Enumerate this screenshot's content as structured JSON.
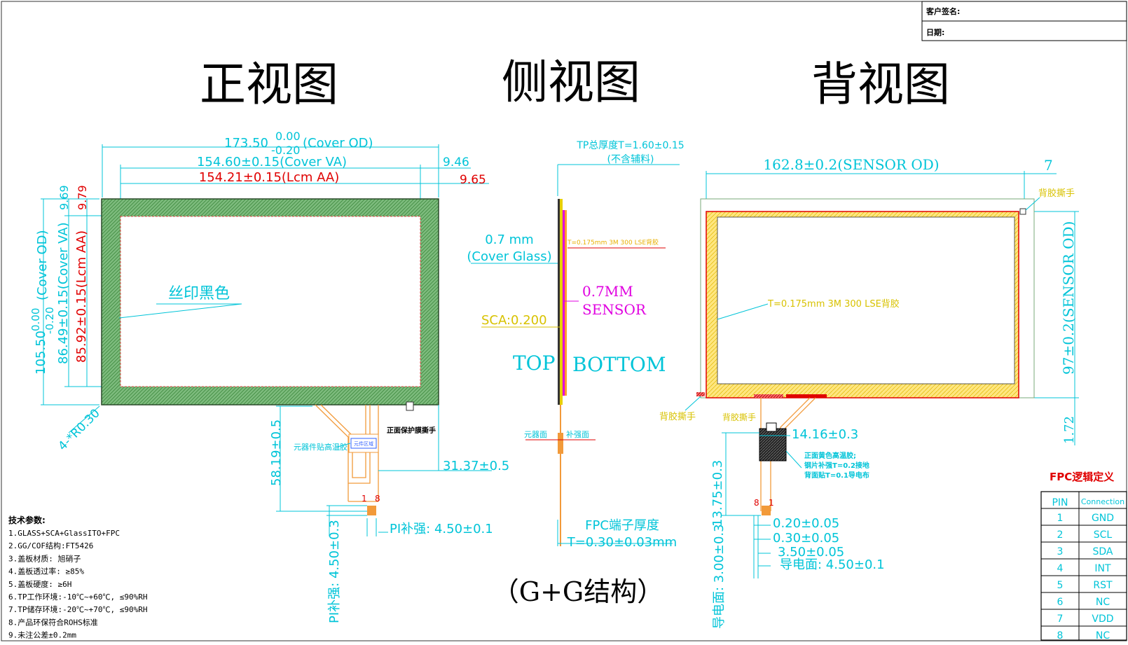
{
  "title_block": {
    "customer_sign": "客户签名:",
    "date": "日期:"
  },
  "view_titles": {
    "front": "正视图",
    "side": "侧视图",
    "back": "背视图"
  },
  "front": {
    "cover_od_width": "173.50",
    "cover_od_tol_top": "0.00",
    "cover_od_tol_bottom": "-0.20",
    "cover_od_suffix": "(Cover OD)",
    "cover_va_width": "154.60±0.15(Cover VA)",
    "lcm_aa_width": "154.21±0.15(Lcm AA)",
    "offset_946": "9.46",
    "offset_965": "9.65",
    "offset_969": "9.69",
    "offset_979": "9.79",
    "cover_od_height": "105.50",
    "cover_od_h_tol_top": "0.00",
    "cover_od_h_tol_bottom": "-0.20",
    "cover_od_h_suffix": "(Cover OD)",
    "cover_va_height": "86.49±0.15(Cover VA)",
    "lcm_aa_height": "85.92±0.15(Lcm AA)",
    "silk_label": "丝印黑色",
    "corner_radius": "4-*R0.30",
    "front_film_tab": "正面保护膜撕手",
    "component_label": "元器件贴高温胶",
    "component_box": "元件区域",
    "fpc_length": "58.19±0.5",
    "fpc_offset": "31.37±0.5",
    "pin1": "1",
    "pin8": "8",
    "pi_stiffener_w": "PI补强: 4.50±0.1",
    "pi_stiffener_h": "PI补强: 4.50±0.3"
  },
  "side": {
    "tp_thickness": "TP总厚度T=1.60±0.15",
    "tp_thickness_note": "(不含辅料)",
    "cover_thickness": "0.7 mm",
    "cover_glass": "(Cover Glass)",
    "adhesive_note": "T=0.175mm 3M 300 LSE背胶",
    "sensor_thickness": "0.7MM",
    "sensor_label": "SENSOR",
    "sca_label": "SCA:0.200",
    "top_label": "TOP",
    "bottom_label": "BOTTOM",
    "component_side": "元器面",
    "stiffener_side": "补强面",
    "fpc_thickness_title": "FPC端子厚度",
    "fpc_thickness_value": "T=0.30±0.03mm",
    "structure": "（G+G结构）"
  },
  "back": {
    "sensor_od_width": "162.8±0.2(SENSOR OD)",
    "offset_7": "7",
    "adhesive_tab_top": "背胶撕手",
    "adhesive_note": "T=0.175mm 3M 300 LSE背胶",
    "sensor_od_height": "97±0.2(SENSOR OD)",
    "offset_172": "1.72",
    "adhesive_tab_left": "背胶撕手",
    "adhesive_tab_fpc": "背胶撕手",
    "fpc_width": "14.16±0.3",
    "stiffener_note_1": "正面黄色高温胶;",
    "stiffener_note_2": "钢片补强T=0.2接地",
    "stiffener_note_3": "背面贴T=0.1导电布",
    "fpc_length": "13.75±0.3",
    "pin8": "8",
    "pin1": "1",
    "dim_020": "0.20±0.05",
    "dim_030": "0.30±0.05",
    "dim_350": "3.50±0.05",
    "conductive_w": "导电面: 4.50±0.1",
    "conductive_h": "导电面: 3.00±0.3"
  },
  "tech_params": {
    "heading": "技术参数:",
    "items": [
      "1.GLASS+SCA+GlassITO+FPC",
      "2.GG/COF结构:FT5426",
      "3.盖板材质: 旭硝子",
      "4.盖板透过率: ≥85%",
      "5.盖板硬度: ≥6H",
      "6.TP工作环境:-10℃~+60℃, ≤90%RH",
      "7.TP储存环境:-20℃~+70℃, ≤90%RH",
      "8.产品环保符合ROHS标准",
      "9.未注公差±0.2mm"
    ]
  },
  "fpc_table": {
    "title": "FPC逻辑定义",
    "header_pin": "PIN",
    "header_conn": "Connection",
    "rows": [
      {
        "pin": "1",
        "conn": "GND"
      },
      {
        "pin": "2",
        "conn": "SCL"
      },
      {
        "pin": "3",
        "conn": "SDA"
      },
      {
        "pin": "4",
        "conn": "INT"
      },
      {
        "pin": "5",
        "conn": "RST"
      },
      {
        "pin": "6",
        "conn": "NC"
      },
      {
        "pin": "7",
        "conn": "VDD"
      },
      {
        "pin": "8",
        "conn": "NC"
      }
    ]
  },
  "colors": {
    "dimension": "#00c4d8",
    "critical": "#e00000",
    "fpc": "#f29a3a",
    "adhesive": "#ffe06a",
    "glass_green": "#6fb06f",
    "sensor_magenta": "#e000e0",
    "label_yellow": "#d8c200"
  }
}
